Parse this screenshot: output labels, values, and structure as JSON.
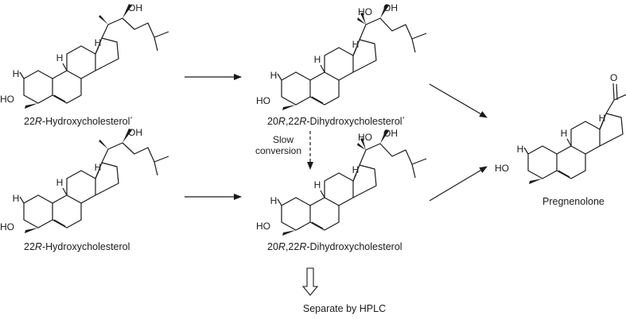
{
  "atom_labels": {
    "ho": "HO",
    "oh": "OH",
    "o": "O"
  },
  "compounds": {
    "hc_prime": {
      "prefix": "22",
      "stereo": "R",
      "suffix": "-Hydroxycholesterol´"
    },
    "dhc_prime": {
      "a": "20",
      "b": "R",
      "c": ",22",
      "d": "R",
      "e": "-Dihydroxycholesterol´"
    },
    "hc": {
      "prefix": "22",
      "stereo": "R",
      "suffix": "-Hydroxycholesterol"
    },
    "dhc": {
      "a": "20",
      "b": "R",
      "c": ",22",
      "d": "R",
      "e": "-Dihydroxycholesterol"
    },
    "preg": {
      "name": "Pregnenolone"
    }
  },
  "notes": {
    "slow_line1": "Slow",
    "slow_line2": "conversion",
    "separate": "Separate by HPLC"
  }
}
